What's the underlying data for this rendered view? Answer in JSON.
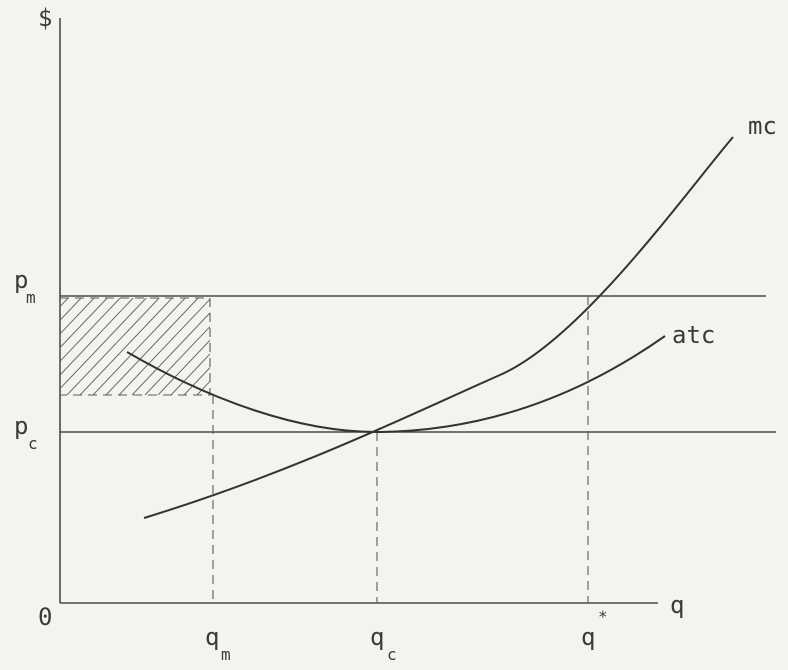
{
  "labels": {
    "y_axis": "$",
    "origin": "0",
    "x_axis": "q",
    "p_m_main": "p",
    "p_m_sub": "m",
    "p_c_main": "p",
    "p_c_sub": "c",
    "q_m_main": "q",
    "q_m_sub": "m",
    "q_c_main": "q",
    "q_c_sub": "c",
    "q_star_main": "q",
    "q_star_sup": "*",
    "mc": "mc",
    "atc": "atc"
  },
  "colors": {
    "background": "#f4f4ee",
    "ink": "#333333"
  }
}
